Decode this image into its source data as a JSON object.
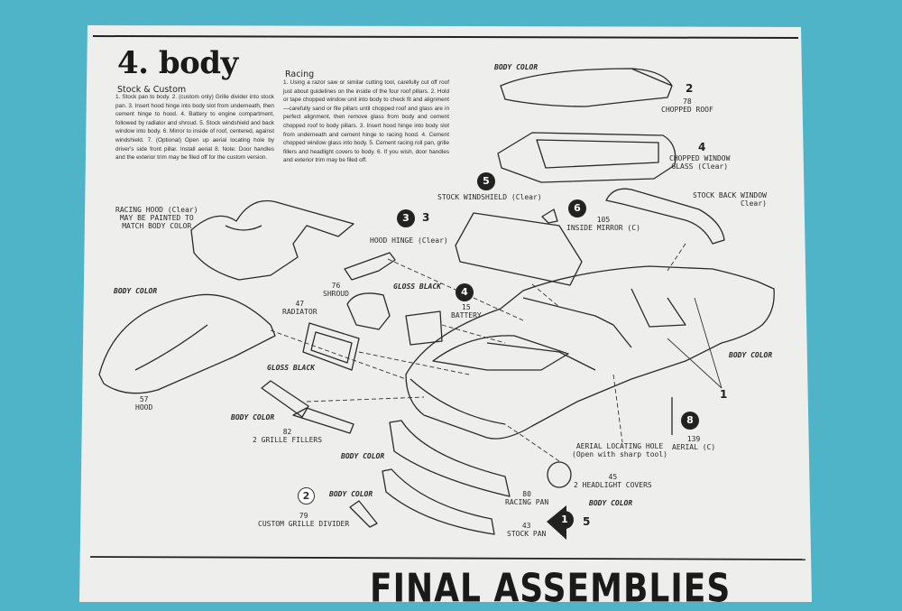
{
  "page": {
    "title": "4. body",
    "stock_heading": "Stock & Custom",
    "stock_text": "1. Stock pan to body. 2. (custom only) Grille divider into stock pan. 3. Insert hood hinge into body slot from underneath, then cement hinge to hood. 4. Battery to engine compartment, followed by radiator and shroud. 5. Stock windshield and back window into body. 6. Mirror to inside of roof, centered, against windshield. 7. (Optional) Open up aerial locating hole by driver's side front pillar. Install aerial 8. Note: Door handles and the exterior trim may be filed off for the custom version.",
    "racing_heading": "Racing",
    "racing_text": "1. Using a razor saw or similar cutting tool, carefully cut off roof just about guidelines on the inside of the four roof pillars. 2. Hold or tape chopped window unit into body to check fit and alignment—carefully sand or file pillars until chopped roof and glass are in perfect alignment, then remove glass from body and cement chopped roof to body pillars. 3. Insert hood hinge into body slot from underneath and cement hinge to racing hood. 4. Cement chopped window glass into body. 5. Cement racing roll pan, grille fillers and headlight covers to body. 6. If you wish, door handles and exterior trim may be filed off.",
    "footer": "FINAL ASSEMBLIES"
  },
  "labels": {
    "body_color_roof": "BODY COLOR",
    "chopped_roof_step": "2",
    "chopped_roof": "78\nCHOPPED ROOF",
    "chopped_glass_step": "4",
    "chopped_glass": "CHOPPED WINDOW\nGLASS (Clear)",
    "stock_windshield_step": "5",
    "stock_windshield": "STOCK WINDSHIELD (Clear)",
    "mirror_step": "6",
    "mirror": "105\nINSIDE MIRROR (C)",
    "stock_back_window": "STOCK BACK WINDOW\nClear)",
    "racing_hood": "RACING HOOD (Clear)\nMAY BE PAINTED TO\nMATCH BODY COLOR",
    "hood_hinge_step": "3",
    "hood_hinge_step2": "3",
    "hood_hinge": "HOOD HINGE (Clear)",
    "shroud": "76\nSHROUD",
    "radiator": "47\nRADIATOR",
    "gloss_black_1": "GLOSS BLACK",
    "battery_step": "4",
    "battery": "15\nBATTERY",
    "body_color_hood": "BODY COLOR",
    "hood": "57\nHOOD",
    "gloss_black_2": "GLOSS BLACK",
    "body_color_fillers": "BODY COLOR",
    "grille_fillers": "82\n2 GRILLE FILLERS",
    "body_color_pan": "BODY COLOR",
    "body_color_divider": "BODY COLOR",
    "divider_step": "2",
    "divider": "79\nCUSTOM GRILLE DIVIDER",
    "racing_pan": "80\nRACING PAN",
    "stock_pan": "43\nSTOCK PAN",
    "stock_pan_step": "1",
    "stock_pan_step2": "5",
    "body_color_stockpan": "BODY COLOR",
    "headlight_covers": "45\n2 HEADLIGHT COVERS",
    "aerial_hole": "AERIAL LOCATING HOLE\n(Open with sharp tool)",
    "aerial_step": "8",
    "aerial": "139\nAERIAL (C)",
    "body_color_body": "BODY COLOR",
    "body_step": "1"
  }
}
